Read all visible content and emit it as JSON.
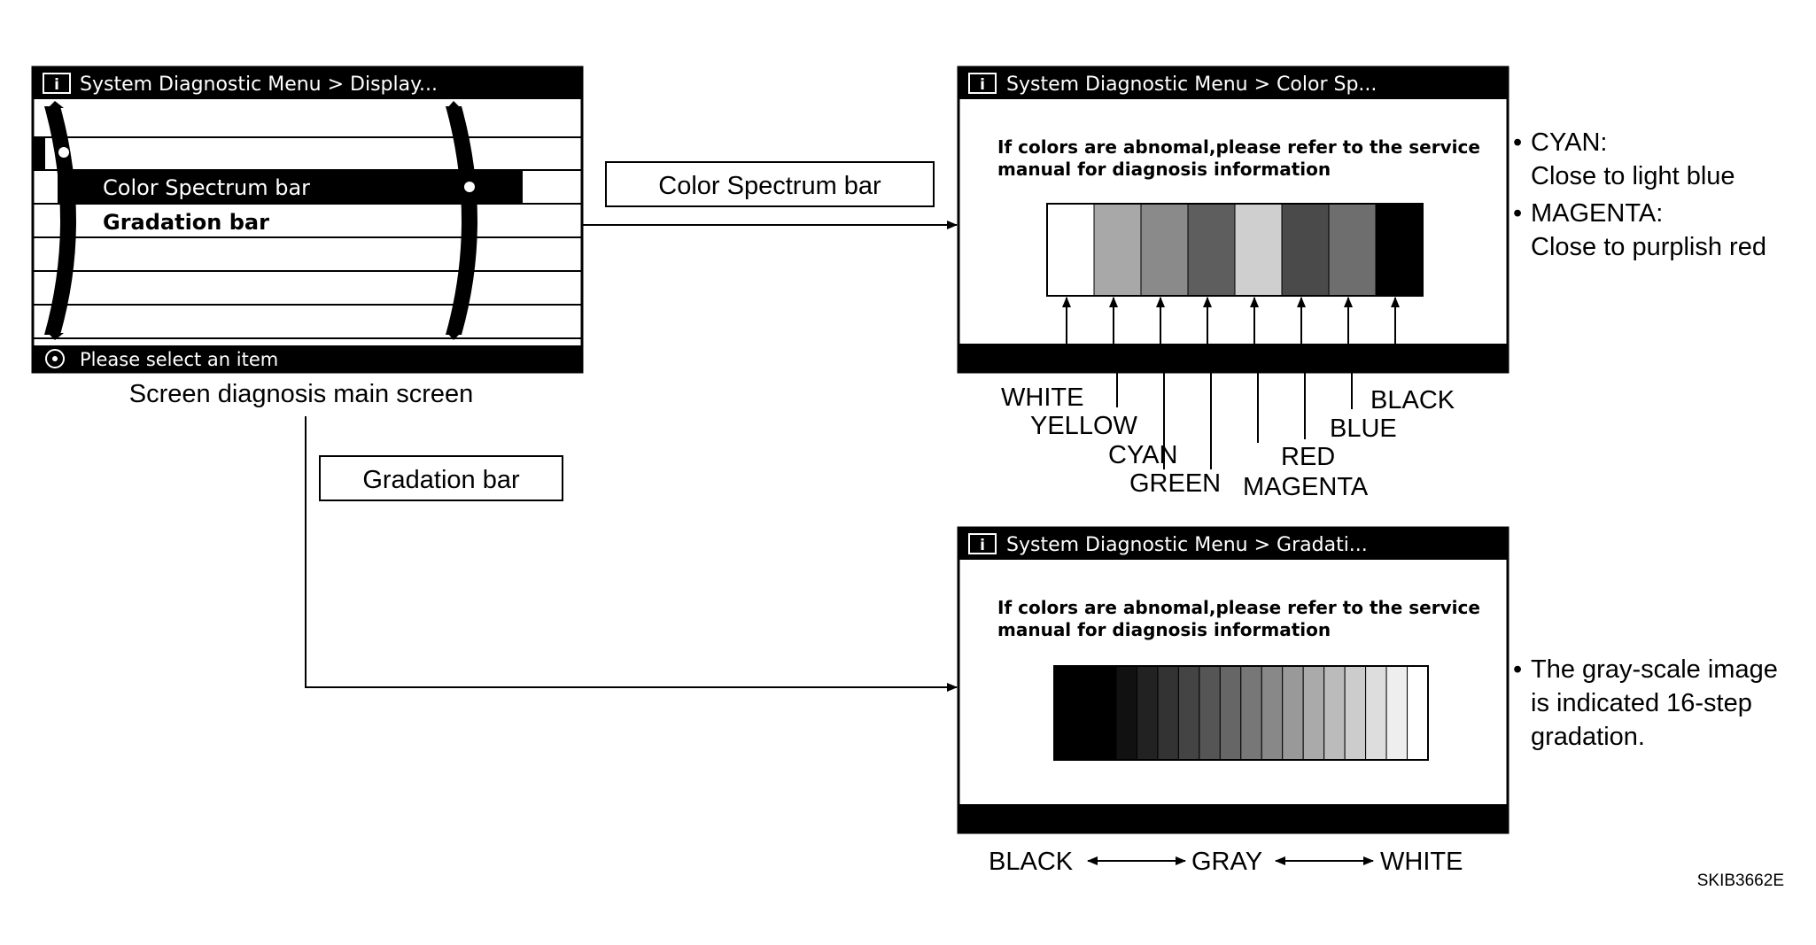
{
  "main_screen": {
    "title": "System Diagnostic Menu > Display...",
    "info_icon": "i",
    "items": [
      "",
      "",
      "Color Spectrum bar",
      "Gradation bar",
      "",
      "",
      ""
    ],
    "selected_index": 2,
    "footer": "Please select an item",
    "caption": "Screen diagnosis main screen"
  },
  "callouts": {
    "color_spectrum": "Color Spectrum bar",
    "gradation": "Gradation bar"
  },
  "spectrum_screen": {
    "title": "System Diagnostic Menu > Color Sp...",
    "info_icon": "i",
    "message_line1": "If colors are abnomal,please refer to the service",
    "message_line2": "manual for diagnosis information",
    "bar_colors": [
      {
        "name": "WHITE",
        "hex": "#ffffff"
      },
      {
        "name": "YELLOW",
        "hex": "#a8a8a8"
      },
      {
        "name": "CYAN",
        "hex": "#8a8a8a"
      },
      {
        "name": "GREEN",
        "hex": "#5e5e5e"
      },
      {
        "name": "RED",
        "hex": "#cfcfcf"
      },
      {
        "name": "MAGENTA",
        "hex": "#4a4a4a"
      },
      {
        "name": "BLUE",
        "hex": "#6e6e6e"
      },
      {
        "name": "BLACK",
        "hex": "#000000"
      }
    ],
    "color_labels": {
      "white": "WHITE",
      "yellow": "YELLOW",
      "cyan": "CYAN",
      "green": "GREEN",
      "red": "RED",
      "magenta": "MAGENTA",
      "blue": "BLUE",
      "black": "BLACK"
    }
  },
  "spectrum_notes": {
    "cyan_title": "CYAN:",
    "cyan_desc": "Close to light blue",
    "magenta_title": "MAGENTA:",
    "magenta_desc": "Close to purplish red",
    "bullet": "•"
  },
  "gradation_screen": {
    "title": "System Diagnostic Menu > Gradati...",
    "info_icon": "i",
    "message_line1": "If colors are abnomal,please refer to the service",
    "message_line2": "manual for diagnosis information",
    "steps": 16,
    "scale_left": "BLACK",
    "scale_mid": "GRAY",
    "scale_right": "WHITE"
  },
  "gradation_notes": {
    "line1": "The gray-scale image",
    "line2": "is indicated 16-step",
    "line3": "gradation.",
    "bullet": "•"
  },
  "figure_code": "SKIB3662E"
}
